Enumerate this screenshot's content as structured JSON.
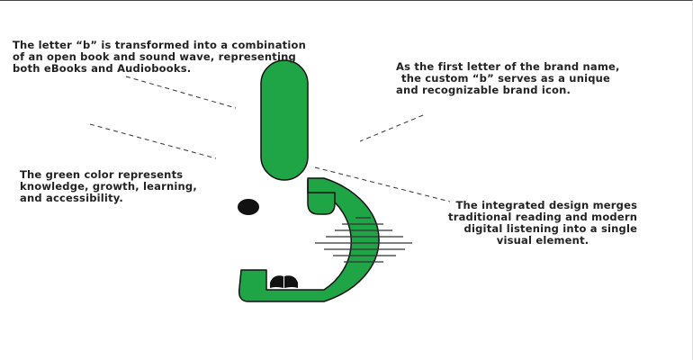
{
  "colors": {
    "brand_green": "#1fa446",
    "outline": "#111111",
    "text": "#222222"
  },
  "annotations": [
    {
      "id": "book-and-wave",
      "lines": [
        "The letter “b” is transformed into a combination",
        "of an open book and sound wave, representing",
        "both eBooks and Audiobooks."
      ]
    },
    {
      "id": "brand-icon",
      "lines": [
        "As the first letter of the brand name,",
        "the custom “b” serves as a unique",
        "and recognizable brand icon."
      ]
    },
    {
      "id": "green-color",
      "lines": [
        "The green color represents",
        "knowledge, growth, learning,",
        "and accessibility."
      ]
    },
    {
      "id": "integrated-design",
      "lines": [
        "The integrated design merges",
        "traditional reading and modern",
        "digital listening into a single",
        "visual element."
      ]
    }
  ],
  "icons": {
    "book": "open-book-icon",
    "sound_wave": "sound-wave-icon",
    "dot": "dot-icon"
  }
}
